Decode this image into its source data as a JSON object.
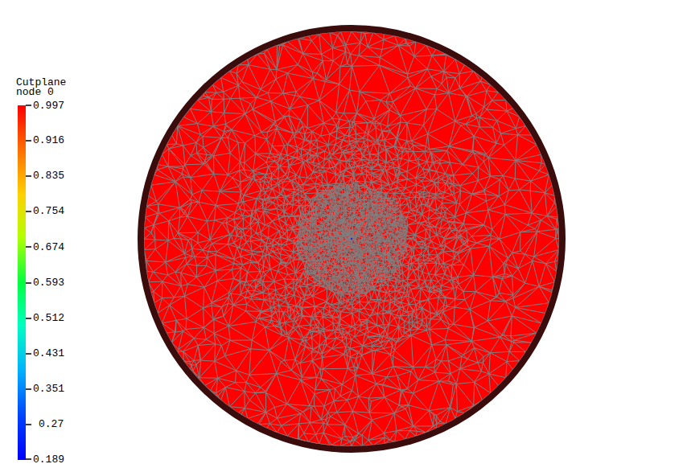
{
  "diagram": {
    "labels": [
      "Cutplane node 0",
      "0.997",
      "0.916",
      "0.835",
      "0.754",
      "0.674",
      "0.593",
      "0.512",
      "0.431",
      "0.351",
      "0.27",
      "0.189"
    ]
  }
}
